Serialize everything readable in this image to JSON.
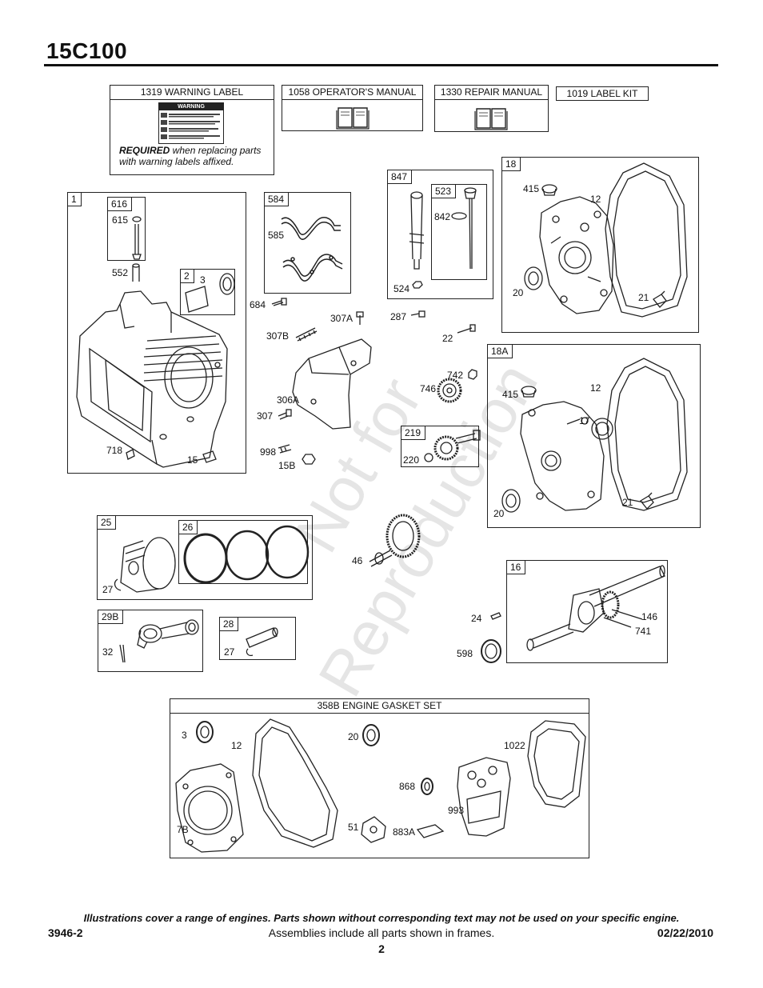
{
  "title": "15C100",
  "docs": {
    "warning_label": "1319 WARNING LABEL",
    "warning_word": "WARNING",
    "required_bold": "REQUIRED",
    "required_rest": " when replacing parts",
    "required_line2": "with warning labels affixed.",
    "operators_manual": "1058 OPERATOR'S MANUAL",
    "repair_manual": "1330 REPAIR MANUAL",
    "label_kit": "1019 LABEL KIT"
  },
  "frames": {
    "f1": "1",
    "f616": "616",
    "f2": "2",
    "f584": "584",
    "f847": "847",
    "f523": "523",
    "f18": "18",
    "f18a": "18A",
    "f219": "219",
    "f25": "25",
    "f26": "26",
    "f29b": "29B",
    "f28": "28",
    "f16": "16",
    "gasket_set": "358B ENGINE GASKET SET"
  },
  "parts": {
    "p615": "615",
    "p552": "552",
    "p3": "3",
    "p718": "718",
    "p15": "15",
    "p585": "585",
    "p684": "684",
    "p307a": "307A",
    "p307b": "307B",
    "p306a": "306A",
    "p307": "307",
    "p998": "998",
    "p15b": "15B",
    "p287": "287",
    "p524": "524",
    "p842": "842",
    "p22": "22",
    "p742": "742",
    "p746": "746",
    "p220": "220",
    "p415a": "415",
    "p12a": "12",
    "p20a": "20",
    "p21a": "21",
    "p415b": "415",
    "p12b": "12",
    "p17": "17",
    "p20b": "20",
    "p21b": "21",
    "p46": "46",
    "p27a": "27",
    "p32": "32",
    "p27b": "27",
    "p24": "24",
    "p598": "598",
    "p146": "146",
    "p741": "741",
    "g3": "3",
    "g12": "12",
    "g20": "20",
    "g1022": "1022",
    "g868": "868",
    "g993": "993",
    "g7b": "7B",
    "g51": "51",
    "g883a": "883A"
  },
  "watermark": {
    "line1": "Not for",
    "line2": "Reproduction"
  },
  "footer": {
    "note": "Illustrations cover a range of engines. Parts shown without corresponding text may not be used on your specific engine.",
    "code": "3946-2",
    "assemblies": "Assemblies include all parts shown in frames.",
    "date": "02/22/2010",
    "page": "2"
  }
}
